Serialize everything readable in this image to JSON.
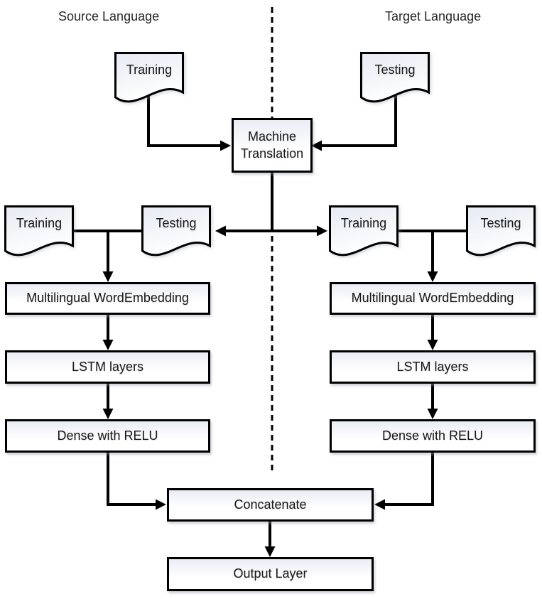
{
  "labels": {
    "source": "Source Language",
    "target": "Target Language"
  },
  "top_row": {
    "source_training_doc": "Training",
    "target_testing_doc": "Testing",
    "machine_translation_box": "Machine Translation"
  },
  "left_branch": {
    "training_doc": "Training",
    "testing_doc": "Testing",
    "word_embedding_box": "Multilingual WordEmbedding",
    "lstm_box": "LSTM layers",
    "dense_box": "Dense with RELU"
  },
  "right_branch": {
    "training_doc": "Training",
    "testing_doc": "Testing",
    "word_embedding_box": "Multilingual WordEmbedding",
    "lstm_box": "LSTM layers",
    "dense_box": "Dense with RELU"
  },
  "merge": {
    "concatenate_box": "Concatenate",
    "output_layer_box": "Output Layer"
  },
  "colors": {
    "line": "#000000",
    "text": "#1c1c1c",
    "node_fill_top": "#e9edf4",
    "node_fill_bottom": "#ffffff",
    "background": "#ffffff"
  }
}
